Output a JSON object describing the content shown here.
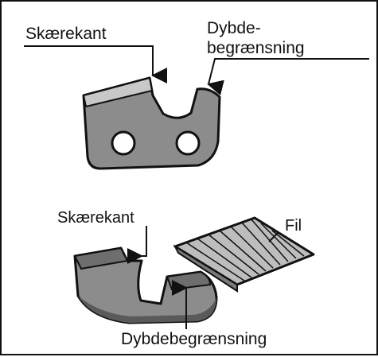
{
  "labels": {
    "top_cutting_edge": "Skærekant",
    "top_depth_gauge_line1": "Dybde-",
    "top_depth_gauge_line2": "begrænsning",
    "bottom_cutting_edge": "Skærekant",
    "file": "Fil",
    "bottom_depth_gauge": "Dybdebegrænsning"
  },
  "colors": {
    "tooth_fill": "#8c8c8c",
    "tooth_dark": "#5a5a5a",
    "outline": "#111111",
    "file_fill": "#bdbdbd"
  }
}
